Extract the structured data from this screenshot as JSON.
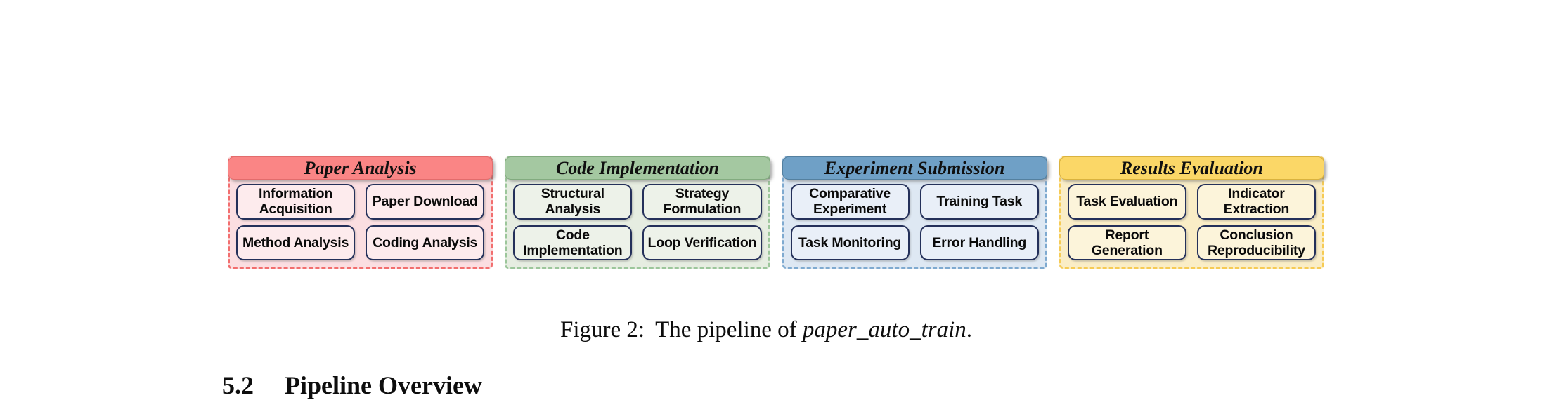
{
  "figure": {
    "panels": [
      {
        "title": "Paper Analysis",
        "colors": {
          "header": "#FA8585",
          "header-border": "#E26C6C",
          "dash": "#F26E6E",
          "body": "#FBDEE1",
          "box": "#FDEBED"
        },
        "boxes": [
          "Information Acquisition",
          "Paper Download",
          "Method Analysis",
          "Coding Analysis"
        ]
      },
      {
        "title": "Code Implementation",
        "colors": {
          "header": "#A4C8A1",
          "header-border": "#82AB7F",
          "dash": "#9CC69B",
          "body": "#E6EDE1",
          "box": "#EDF2E9"
        },
        "boxes": [
          "Structural Analysis",
          "Strategy Formulation",
          "Code Implementation",
          "Loop Verification"
        ]
      },
      {
        "title": "Experiment Submission",
        "colors": {
          "header": "#6FA0C6",
          "header-border": "#54809F",
          "dash": "#7FAAD0",
          "body": "#DEE8F3",
          "box": "#E9EFF8"
        },
        "boxes": [
          "Comparative Experiment",
          "Training Task",
          "Task Monitoring",
          "Error Handling"
        ]
      },
      {
        "title": "Results Evaluation",
        "colors": {
          "header": "#FBD767",
          "header-border": "#D9B23F",
          "dash": "#F6CB55",
          "body": "#FAEDC6",
          "box": "#FCF4DA"
        },
        "boxes": [
          "Task Evaluation",
          "Indicator Extraction",
          "Report Generation",
          "Conclusion Reproducibility"
        ]
      }
    ],
    "caption": {
      "label": "Figure 2:",
      "body": "The pipeline of ",
      "emphasis": "paper_auto_train",
      "period": "."
    }
  },
  "section": {
    "number": "5.2",
    "title": "Pipeline Overview"
  }
}
